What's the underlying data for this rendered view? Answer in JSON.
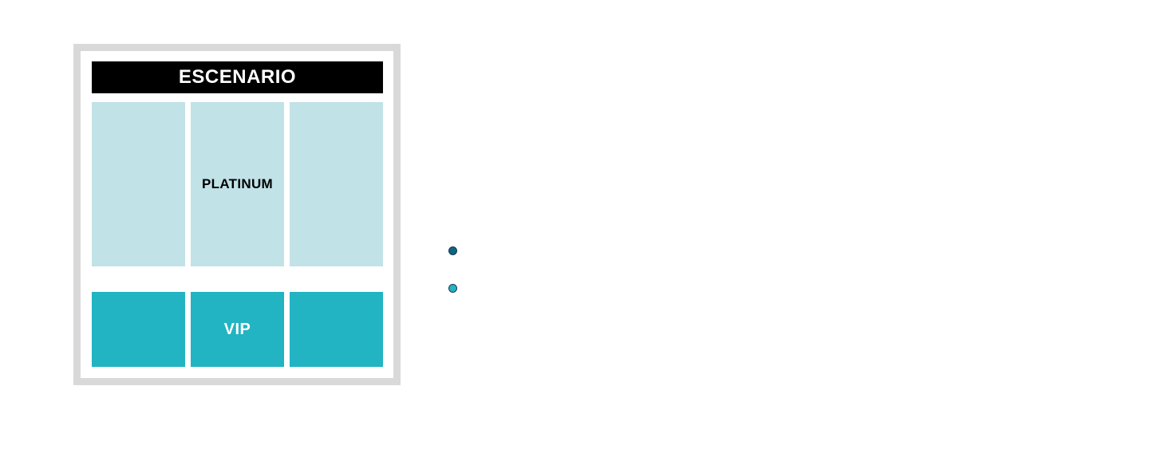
{
  "venue": {
    "stage_label": "ESCENARIO",
    "zones": [
      {
        "label": "PLATINUM",
        "color": "#c1e2e7"
      },
      {
        "label": "VIP",
        "color": "#22b4c3"
      }
    ],
    "frame_color": "#d9d9d9"
  },
  "legend": {
    "items": [
      {
        "color": "#0e6585"
      },
      {
        "color": "#22b4c3"
      }
    ]
  }
}
